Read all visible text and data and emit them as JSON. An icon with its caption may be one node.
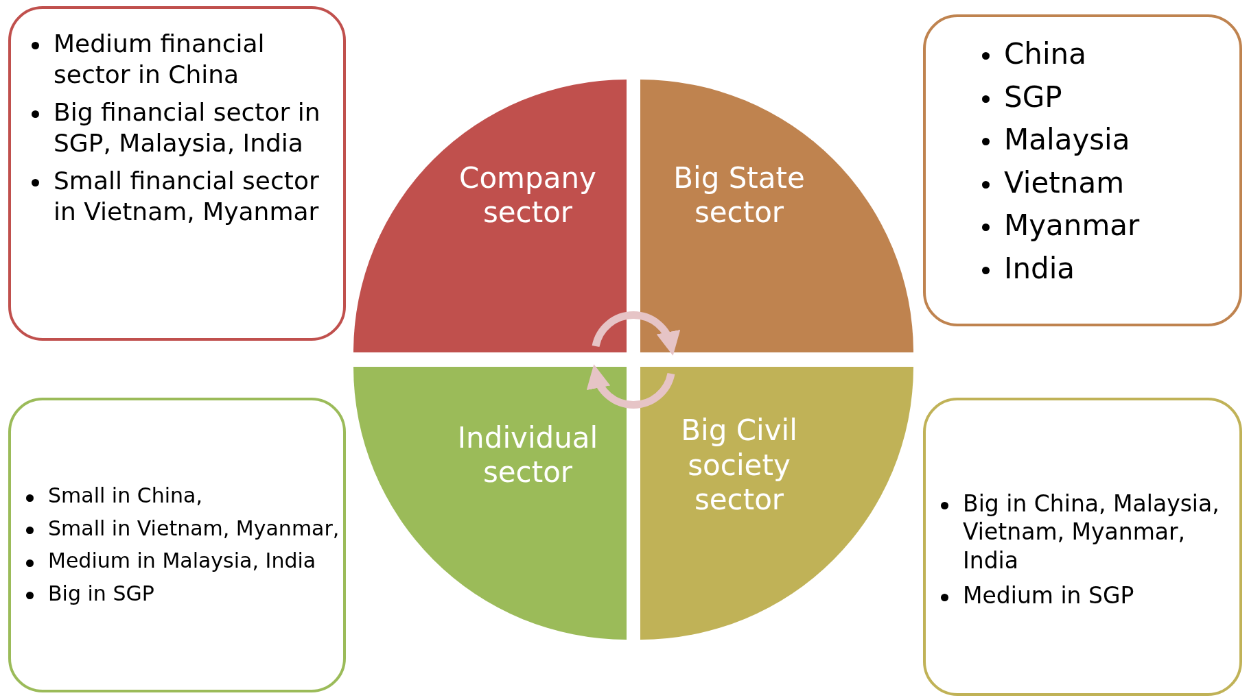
{
  "diagram": {
    "nodes": [
      {
        "text": [
          "Medium financial sector in China",
          "Big financial sector in SGP, Malaysia, India",
          "Small financial sector in Vietnam, Myanmar"
        ]
      },
      {
        "text": [
          "Company sector"
        ]
      },
      {
        "text": [
          "Big State sector"
        ]
      },
      {
        "text": [
          "China",
          "SGP",
          "Malaysia",
          "Vietnam",
          "Myanmar",
          "India"
        ]
      },
      {
        "text": [
          "Small in China,",
          "Small in Vietnam, Myanmar,",
          "Medium in Malaysia, India",
          "Big in SGP"
        ]
      },
      {
        "text": [
          "Individual sector"
        ]
      },
      {
        "text": [
          "Big Civil society sector"
        ]
      },
      {
        "text": [
          "Big in China, Malaysia, Vietnam, Myanmar, India",
          "Medium in SGP"
        ]
      }
    ],
    "edges": [
      {
        "from": 1,
        "to": 2,
        "arrow": "to"
      },
      {
        "from": 6,
        "to": 5,
        "arrow": "to"
      }
    ]
  }
}
